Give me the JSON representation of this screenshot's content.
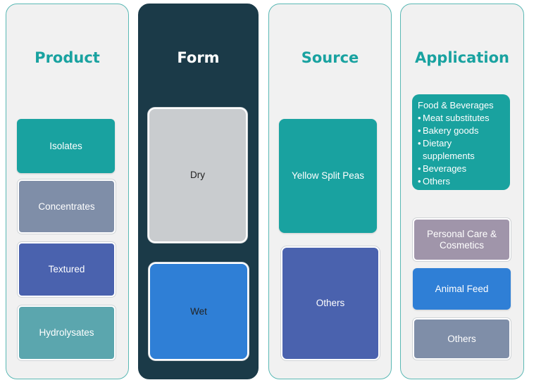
{
  "columns": {
    "product": {
      "title": "Product",
      "items": [
        "Isolates",
        "Concentrates",
        "Textured",
        "Hydrolysates"
      ]
    },
    "form": {
      "title": "Form",
      "items": [
        "Dry",
        "Wet"
      ]
    },
    "source": {
      "title": "Source",
      "items": [
        "Yellow Split Peas",
        "Others"
      ]
    },
    "application": {
      "title": "Application",
      "food_beverages": {
        "heading": "Food & Beverages",
        "bullets": [
          "Meat substitutes",
          "Bakery goods",
          "Dietary supplements",
          "Beverages",
          "Others"
        ]
      },
      "items": [
        "Personal Care & Cosmetics",
        "Animal Feed",
        "Others"
      ]
    }
  },
  "colors": {
    "teal": "#19a2a0",
    "dark_navy": "#1b3a48",
    "slate": "#7f8ea8",
    "indigo": "#4a62ae",
    "blue": "#2f7fd6",
    "grey": "#c9cccf",
    "mauve": "#a095aa",
    "muted_teal": "#5ba6ae"
  }
}
